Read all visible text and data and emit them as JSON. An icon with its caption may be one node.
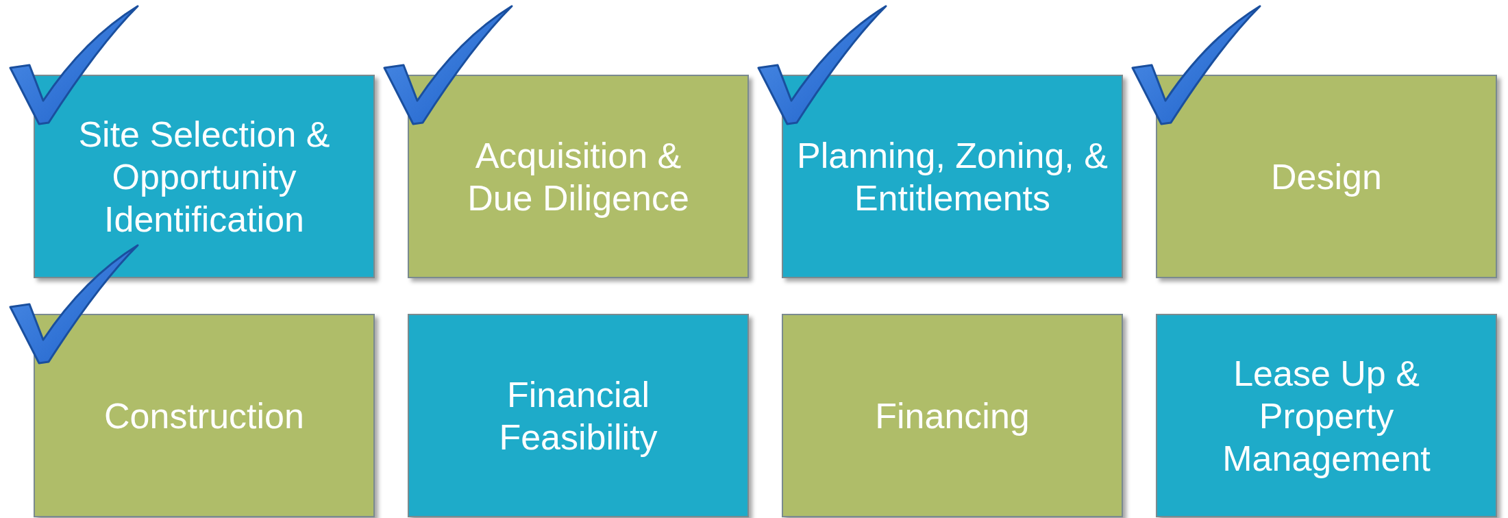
{
  "diagram": {
    "nodes": [
      {
        "text": [
          "Site Selection & Opportunity Identification"
        ]
      },
      {
        "text": [
          "Acquisition & Due Diligence"
        ]
      },
      {
        "text": [
          "Planning, Zoning, & Entitlements"
        ]
      },
      {
        "text": [
          "Design"
        ]
      },
      {
        "text": [
          "Construction"
        ]
      },
      {
        "text": [
          "Financial Feasibility"
        ]
      },
      {
        "text": [
          "Financing"
        ]
      },
      {
        "text": [
          "Lease Up & Property Management"
        ]
      }
    ]
  }
}
